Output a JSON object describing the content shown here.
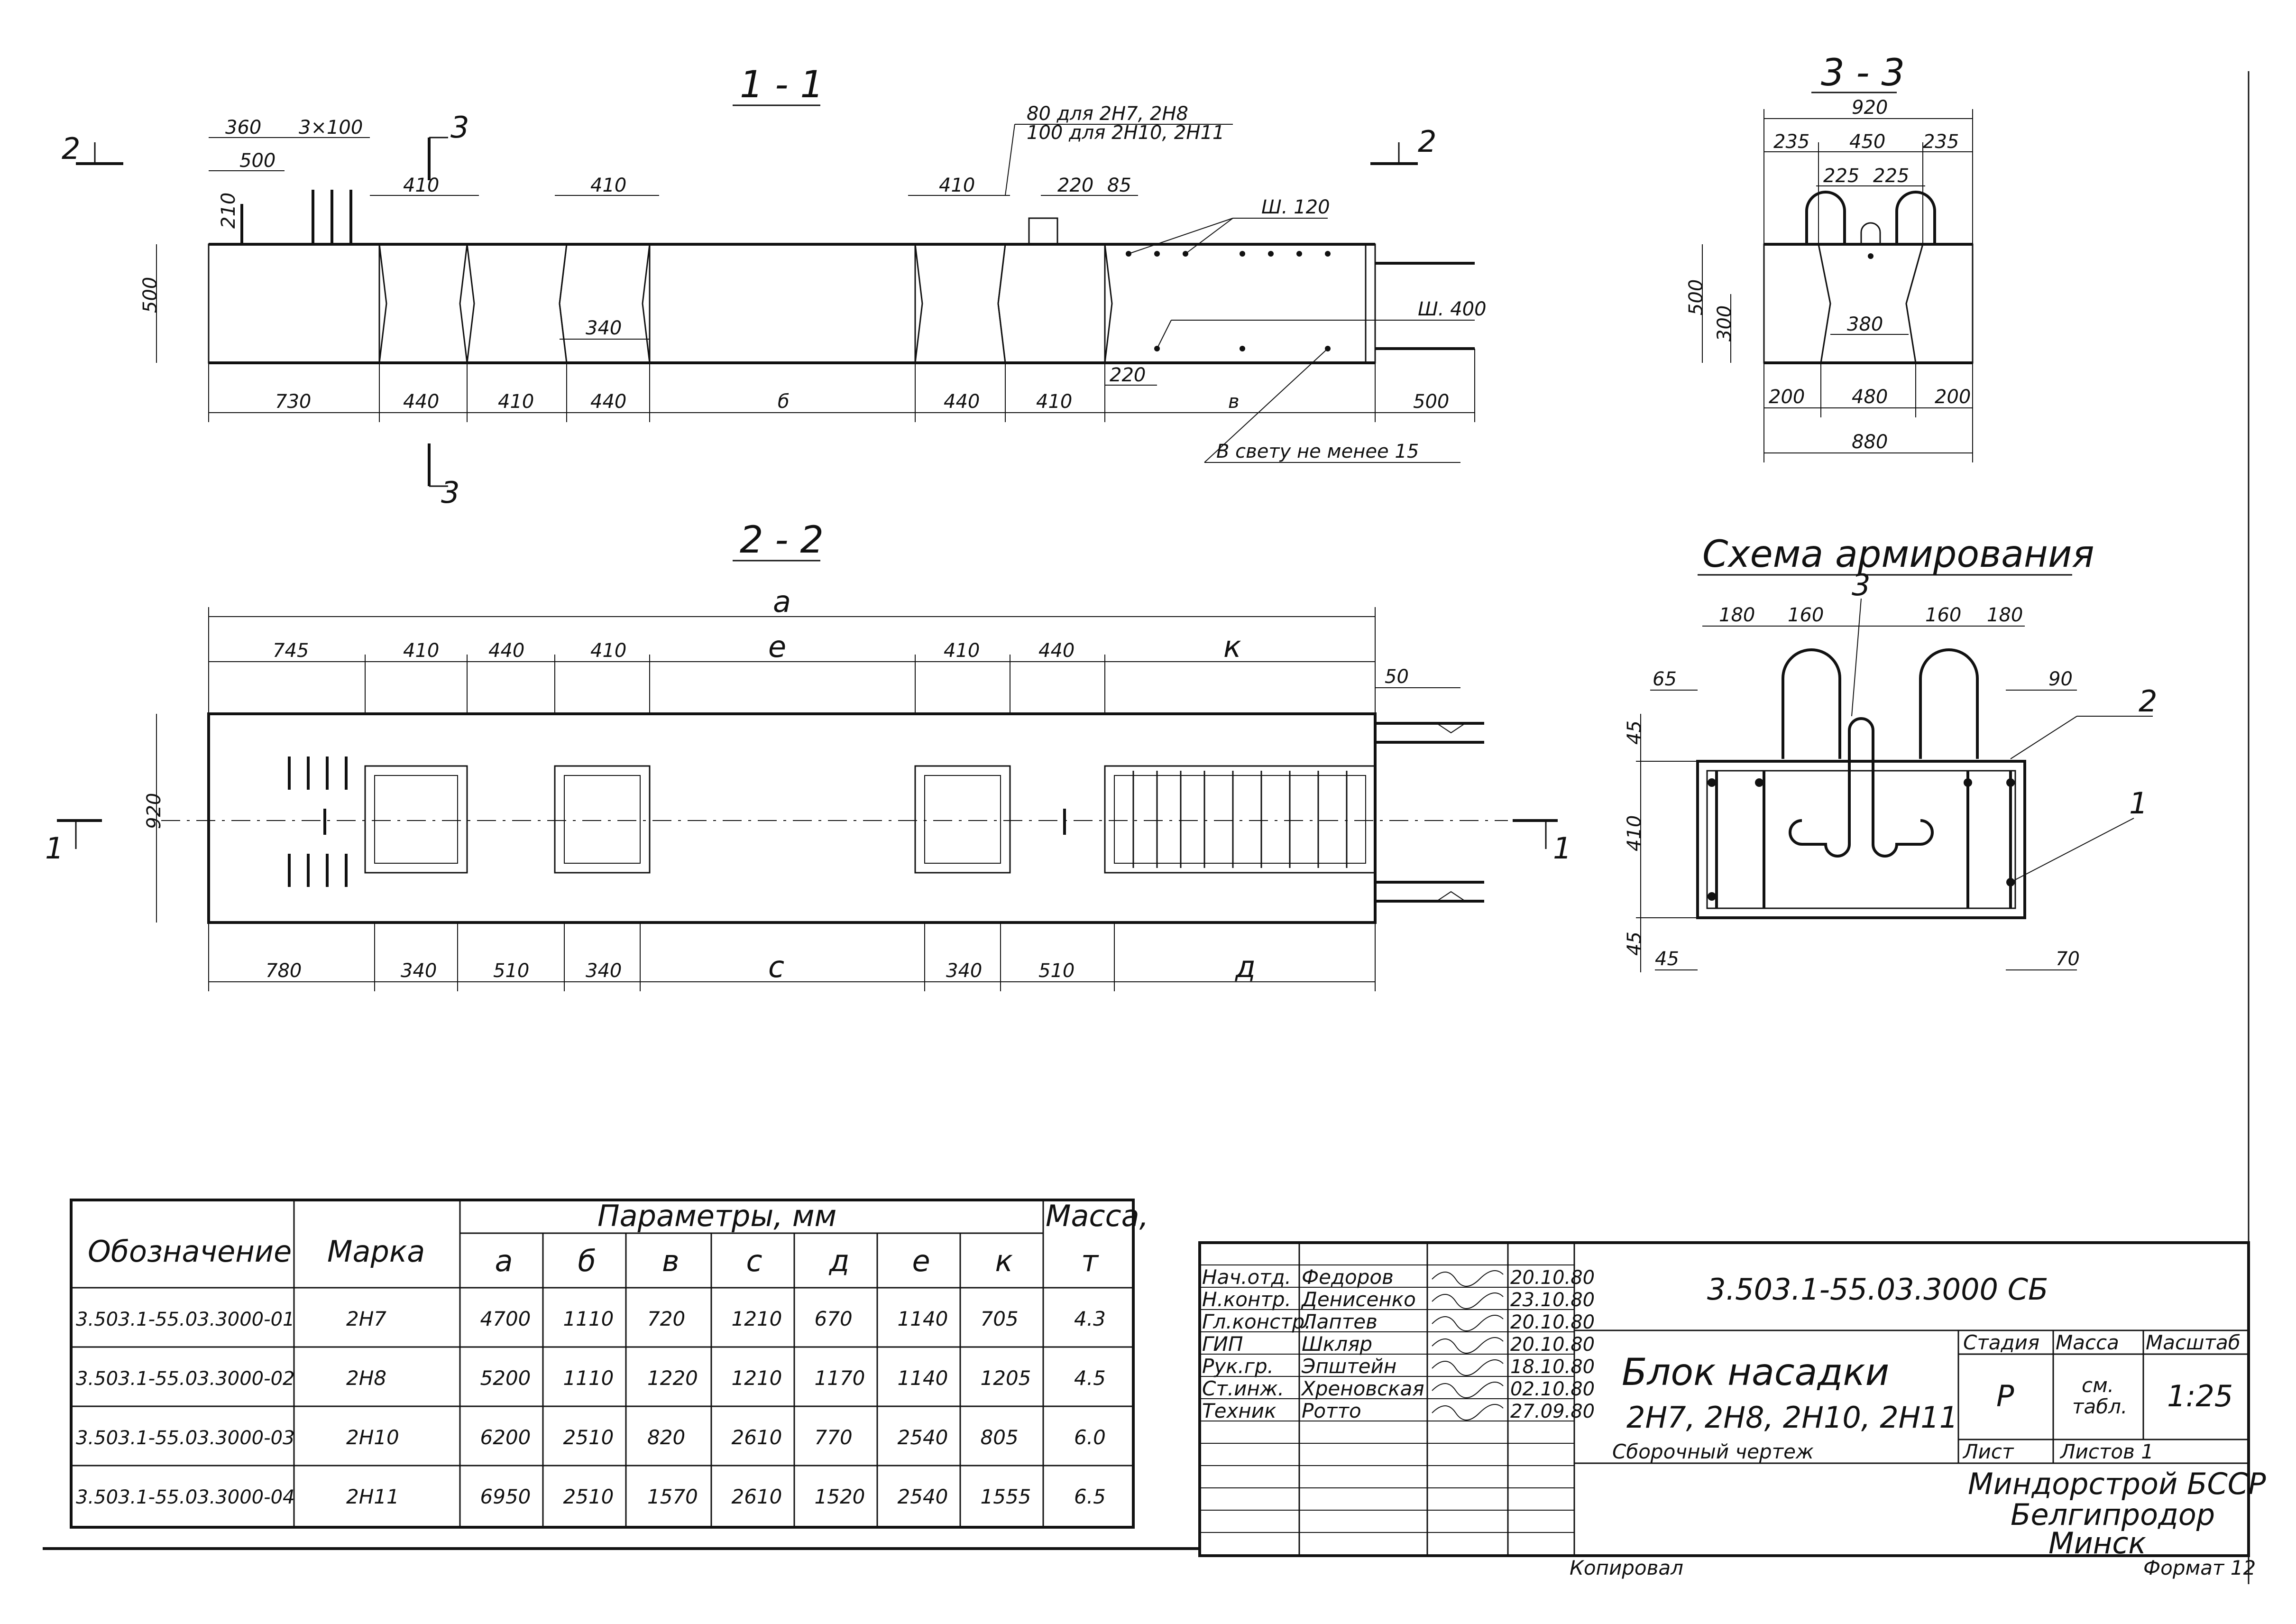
{
  "sections": {
    "s11": {
      "title": "1 - 1"
    },
    "s22": {
      "title": "2 - 2"
    },
    "s33": {
      "title": "3 - 3"
    },
    "scheme": {
      "title": "Схема армирования"
    }
  },
  "s11_dims": {
    "top": [
      "360",
      "3×100",
      "500",
      "210",
      "410",
      "410",
      "410",
      "220",
      "85"
    ],
    "note1": "80 для 2Н7, 2Н8",
    "note2": "100 для 2Н10, 2Н11",
    "ws120": "Ш. 120",
    "ws400": "Ш. 400",
    "h500": "500",
    "mid340": "340",
    "side220": "220",
    "bottom": [
      "730",
      "440",
      "410",
      "440",
      "б",
      "440",
      "410",
      "в",
      "500"
    ],
    "clear_note": "В свету не менее 15",
    "cut2": "2",
    "cut3": "3"
  },
  "s22_dims": {
    "overall": "а",
    "top": [
      "745",
      "410",
      "440",
      "410",
      "е",
      "410",
      "440",
      "к"
    ],
    "right50": "50",
    "h920": "920",
    "bottom": [
      "780",
      "340",
      "510",
      "340",
      "с",
      "340",
      "510",
      "д"
    ],
    "cut1": "1"
  },
  "s33_dims": {
    "w920": "920",
    "top": [
      "235",
      "450",
      "235"
    ],
    "inner": [
      "225",
      "225"
    ],
    "h500": "500",
    "h300": "300",
    "w380": "380",
    "bottom": [
      "200",
      "480",
      "200"
    ],
    "w880": "880"
  },
  "scheme_dims": {
    "top": [
      "180",
      "160",
      "160",
      "180"
    ],
    "mark3": "3",
    "mark2": "2",
    "mark1": "1",
    "d65": "65",
    "d90": "90",
    "d45a": "45",
    "d410": "410",
    "d45b": "45",
    "d45c": "45",
    "d70": "70"
  },
  "table": {
    "col_designation": "Обозначение",
    "col_mark": "Марка",
    "col_params": "Параметры, мм",
    "col_mass": "Масса,",
    "mass_unit": "т",
    "param_headers": [
      "а",
      "б",
      "в",
      "с",
      "д",
      "е",
      "к"
    ],
    "rows": [
      {
        "designation": "3.503.1-55.03.3000-01",
        "mark": "2Н7",
        "params": [
          "4700",
          "1110",
          "720",
          "1210",
          "670",
          "1140",
          "705"
        ],
        "mass": "4.3"
      },
      {
        "designation": "3.503.1-55.03.3000-02",
        "mark": "2Н8",
        "params": [
          "5200",
          "1110",
          "1220",
          "1210",
          "1170",
          "1140",
          "1205"
        ],
        "mass": "4.5"
      },
      {
        "designation": "3.503.1-55.03.3000-03",
        "mark": "2Н10",
        "params": [
          "6200",
          "2510",
          "820",
          "2610",
          "770",
          "2540",
          "805"
        ],
        "mass": "6.0"
      },
      {
        "designation": "3.503.1-55.03.3000-04",
        "mark": "2Н11",
        "params": [
          "6950",
          "2510",
          "1570",
          "2610",
          "1520",
          "2540",
          "1555"
        ],
        "mass": "6.5"
      }
    ]
  },
  "title_block": {
    "doc_code": "3.503.1-55.03.3000 СБ",
    "people": [
      {
        "role": "Нач.отд.",
        "name": "Федоров",
        "date": "20.10.80"
      },
      {
        "role": "Н.контр.",
        "name": "Денисенко",
        "date": "23.10.80"
      },
      {
        "role": "Гл.констр.",
        "name": "Лаптев",
        "date": "20.10.80"
      },
      {
        "role": "ГИП",
        "name": "Шкляр",
        "date": "20.10.80"
      },
      {
        "role": "Рук.гр.",
        "name": "Эпштейн",
        "date": "18.10.80"
      },
      {
        "role": "Ст.инж.",
        "name": "Хреновская",
        "date": "02.10.80"
      },
      {
        "role": "Техник",
        "name": "Ротто",
        "date": "27.09.80"
      }
    ],
    "name_line1": "Блок насадки",
    "name_line2": "2Н7, 2Н8, 2Н10, 2Н11",
    "name_line3": "Сборочный чертеж",
    "stage_label": "Стадия",
    "mass_label": "Масса",
    "scale_label": "Масштаб",
    "stage_value": "Р",
    "mass_value_1": "см.",
    "mass_value_2": "табл.",
    "scale_value": "1:25",
    "sheet_label": "Лист",
    "sheets_label": "Листов 1",
    "org1": "Миндорстрой БССР",
    "org2": "Белгипродор",
    "org3": "Минск",
    "footer": "Копировал",
    "format": "Формат 12"
  }
}
